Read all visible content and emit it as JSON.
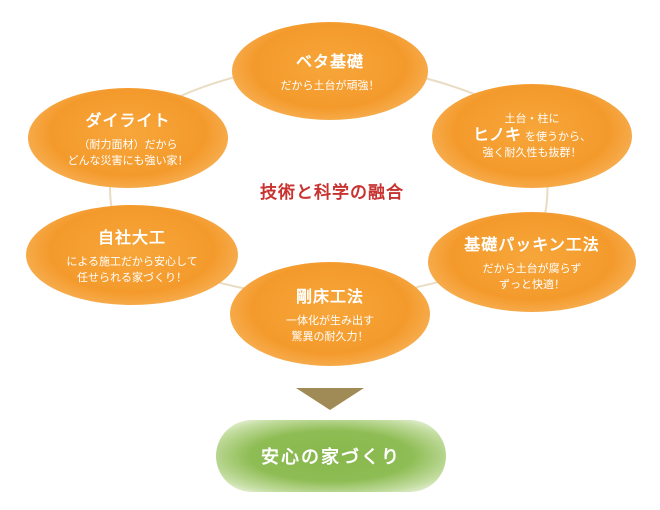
{
  "center": {
    "title": "技術と科学の融合"
  },
  "nodes": {
    "top": {
      "title": "ベタ基礎",
      "line1": "だから土台が頑強！"
    },
    "top_left": {
      "title": "ダイライト",
      "line1": "（耐力面材）だから",
      "line2": "どんな災害にも強い家！"
    },
    "top_right": {
      "line1": "土台・柱に",
      "line2_big": "ヒノキ",
      "line2_rest": "を使うから、",
      "line3": "強く耐久性も抜群！"
    },
    "bottom_left": {
      "title": "自社大工",
      "line1": "による施工だから安心して",
      "line2": "任せられる家づくり！"
    },
    "bottom_right": {
      "title": "基礎パッキン工法",
      "line1": "だから土台が腐らず",
      "line2": "ずっと快適！"
    },
    "bottom": {
      "title": "剛床工法",
      "line1": "一体化が生み出す",
      "line2": "驚異の耐久力！"
    }
  },
  "result": {
    "label": "安心の家づくり"
  },
  "colors": {
    "node": "#f49a2c",
    "center_text": "#c8322f",
    "arrow": "#a08a55",
    "result": "#86b74c",
    "ring": "#e9dcc2"
  }
}
